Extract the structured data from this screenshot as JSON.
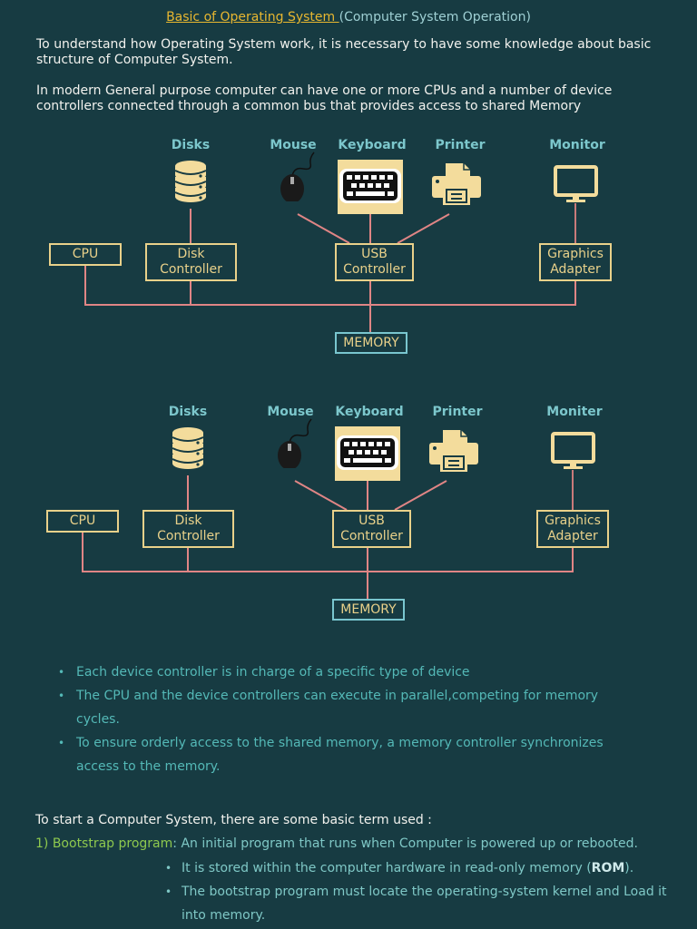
{
  "header": {
    "title": "Basic of Operating System ",
    "subtitle": "(Computer System Operation)"
  },
  "intro": {
    "paragraph1": "To understand how Operating System work, it is necessary to have some knowledge about basic  structure of Computer System.",
    "paragraph2": "In modern General purpose computer can have one or more CPUs and a number of device controllers connected through a common bus that provides access to shared Memory"
  },
  "diagrams": [
    {
      "devices": {
        "disks": "Disks",
        "mouse": "Mouse",
        "keyboard": "Keyboard",
        "printer": "Printer",
        "monitor": "Monitor"
      },
      "boxes": {
        "cpu": "CPU",
        "disk_ctrl_1": "Disk",
        "disk_ctrl_2": "Controller",
        "usb_ctrl_1": "USB",
        "usb_ctrl_2": "Controller",
        "gfx_1": "Graphics",
        "gfx_2": "Adapter",
        "memory": "MEMORY"
      }
    },
    {
      "devices": {
        "disks": "Disks",
        "mouse": "Mouse",
        "keyboard": "Keyboard",
        "printer": "Printer",
        "monitor": "Moniter"
      },
      "boxes": {
        "cpu": "CPU",
        "disk_ctrl_1": "Disk",
        "disk_ctrl_2": "Controller",
        "usb_ctrl_1": "USB",
        "usb_ctrl_2": "Controller",
        "gfx_1": "Graphics",
        "gfx_2": "Adapter",
        "memory": "MEMORY"
      }
    }
  ],
  "bullets": [
    "Each device controller is in charge of a specific type of device",
    "The CPU and the device controllers can execute in parallel,competing for memory cycles.",
    "To ensure orderly access to the shared memory, a memory controller synchronizes access to the memory."
  ],
  "start_section": {
    "heading": "To start a Computer System, there are some basic term used :",
    "term_number": "1)",
    "term_label": "Bootstrap program",
    "term_sep": ":",
    "term_desc": "An initial program that runs when Computer is powered up or rebooted.",
    "sub_bullets": {
      "b1_pre": "It is stored within the computer hardware in read-only memory (",
      "b1_bold": "ROM",
      "b1_post": ").",
      "b2": "The bootstrap program must locate the operating-system kernel and Load it into memory."
    }
  },
  "colors": {
    "background": "#173b42",
    "title_link": "#e8b730",
    "device_label": "#7cc7cc",
    "box_border": "#e9d18a",
    "memory_border": "#79c6cf",
    "bus_line": "#e08585",
    "bullet_text": "#54b9b7",
    "term_label": "#8ec94e"
  }
}
